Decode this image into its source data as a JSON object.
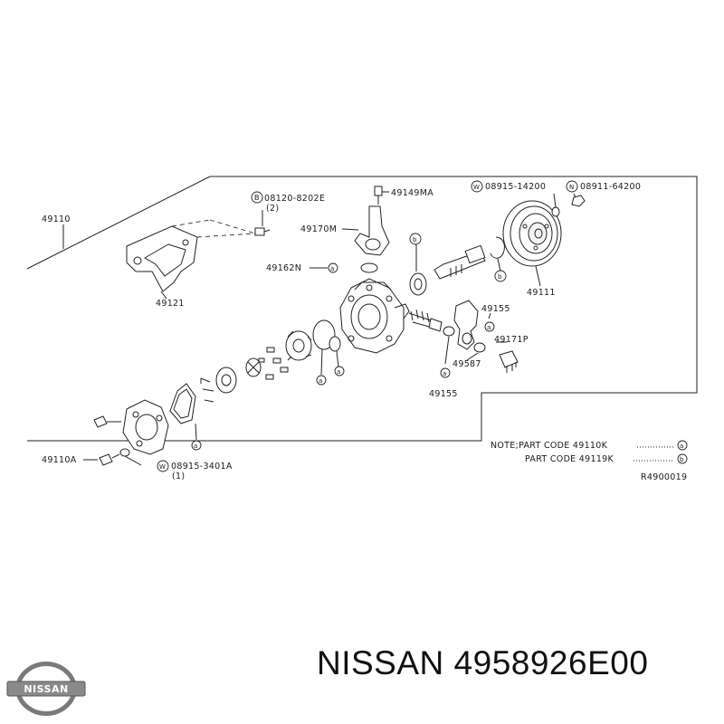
{
  "diagram": {
    "parts": {
      "p49110": "49110",
      "p49110A": "49110A",
      "p49121": "49121",
      "p08120": "08120-8202E",
      "p08120_qty": "(2)",
      "p08120_mark": "B",
      "p49149MA": "49149MA",
      "p49170M": "49170M",
      "p49162N": "49162N",
      "p08915_14200": "08915-14200",
      "p08915_14200_mark": "W",
      "p08911_64200": "08911-64200",
      "p08911_64200_mark": "N",
      "p49111": "49111",
      "p49155_top": "49155",
      "p49155_bottom": "49155",
      "p49171P": "49171P",
      "p49587": "49587",
      "p08915_3401A": "08915-3401A",
      "p08915_3401A_qty": "(1)",
      "p08915_3401A_mark": "W"
    },
    "markers": {
      "a": "a",
      "b": "b"
    },
    "note": {
      "line1": "NOTE;PART CODE 49110K",
      "line2": "PART CODE 49119K",
      "mark1": "a",
      "mark2": "b"
    },
    "ref": "R4900019"
  },
  "footer": {
    "brand": "NISSAN",
    "part_number": "4958926E00",
    "title": "NISSAN 4958926E00",
    "logo_text": "NISSAN"
  }
}
